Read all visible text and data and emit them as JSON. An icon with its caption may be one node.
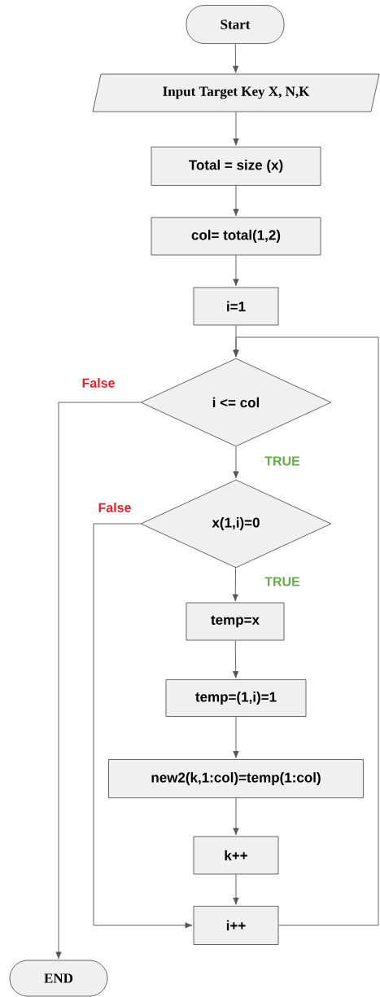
{
  "diagram": {
    "nodes": [
      {
        "text": [
          "Start"
        ]
      },
      {
        "text": [
          "Input Target Key X, N,K"
        ]
      },
      {
        "text": [
          "Total = size (x)"
        ]
      },
      {
        "text": [
          "col= total(1,2)"
        ]
      },
      {
        "text": [
          "i=1"
        ]
      },
      {
        "text": [
          "i <= col"
        ]
      },
      {
        "text": [
          "x(1,i)=0"
        ]
      },
      {
        "text": [
          "temp=x"
        ]
      },
      {
        "text": [
          "temp=(1,i)=1"
        ]
      },
      {
        "text": [
          "new2(k,1:col)=temp(1:col)"
        ]
      },
      {
        "text": [
          "k++"
        ]
      },
      {
        "text": [
          "i++"
        ]
      },
      {
        "text": [
          "END"
        ]
      }
    ],
    "edges": [
      {
        "from": 0,
        "to": 1,
        "arrow": "to"
      },
      {
        "from": 1,
        "to": 2,
        "arrow": "to"
      },
      {
        "from": 2,
        "to": 3,
        "arrow": "to"
      },
      {
        "from": 3,
        "to": 4,
        "arrow": "to"
      },
      {
        "from": 4,
        "to": 5,
        "arrow": "to"
      },
      {
        "from": 5,
        "to": 6,
        "arrow": "to",
        "label": "TRUE"
      },
      {
        "from": 6,
        "to": 7,
        "arrow": "to",
        "label": "TRUE"
      },
      {
        "from": 7,
        "to": 8,
        "arrow": "to"
      },
      {
        "from": 8,
        "to": 9,
        "arrow": "to"
      },
      {
        "from": 9,
        "to": 10,
        "arrow": "to"
      },
      {
        "from": 10,
        "to": 11,
        "arrow": "to"
      },
      {
        "from": 5,
        "to": 12,
        "arrow": "to",
        "label": "False"
      },
      {
        "from": 6,
        "to": 11,
        "arrow": "to",
        "label": "False"
      },
      {
        "from": 11,
        "to": 5,
        "arrow": "to"
      }
    ]
  }
}
